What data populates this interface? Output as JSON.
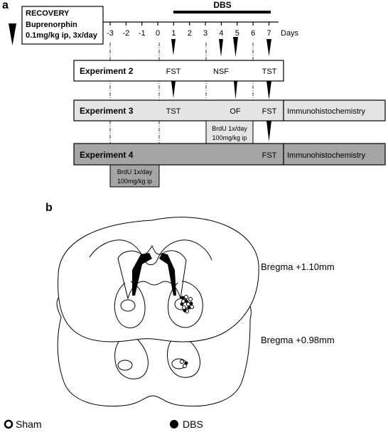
{
  "panel_a": {
    "label": "a",
    "recovery": {
      "title": "RECOVERY",
      "drug": "Buprenorphin",
      "dose": "0.1mg/kg ip, 3x/day"
    },
    "dbs_label": "DBS",
    "days_unit": "Days",
    "ticks": [
      "-3",
      "-2",
      "-1",
      "0",
      "1",
      "2",
      "3",
      "4",
      "5",
      "6",
      "7"
    ],
    "experiments": [
      {
        "name": "Experiment 2",
        "tests": [
          "FST",
          "NSF",
          "TST"
        ],
        "fill": "#ffffff"
      },
      {
        "name": "Experiment 3",
        "tests": [
          "TST",
          "OF",
          "FST"
        ],
        "fill": "#e4e4e4",
        "followup": "Immunohistochemistry"
      },
      {
        "name": "Experiment 4",
        "tests": [
          "FST"
        ],
        "fill": "#a5a5a5",
        "followup": "Immunohistochemistry"
      }
    ],
    "brdu_exp3": {
      "line1": "BrdU 1x/day",
      "line2": "100mg/kg ip"
    },
    "brdu_exp4": {
      "line1": "BrdU 1x/day",
      "line2": "100mg/kg ip"
    }
  },
  "panel_b": {
    "label": "b",
    "bregma_top": "Bregma +1.10mm",
    "bregma_bottom": "Bregma +0.98mm",
    "legend": {
      "sham": "Sham",
      "dbs": "DBS"
    }
  },
  "colors": {
    "exp2": "#ffffff",
    "exp3": "#e4e4e4",
    "exp4": "#a5a5a5",
    "brdu_exp4": "#a5a5a5"
  }
}
